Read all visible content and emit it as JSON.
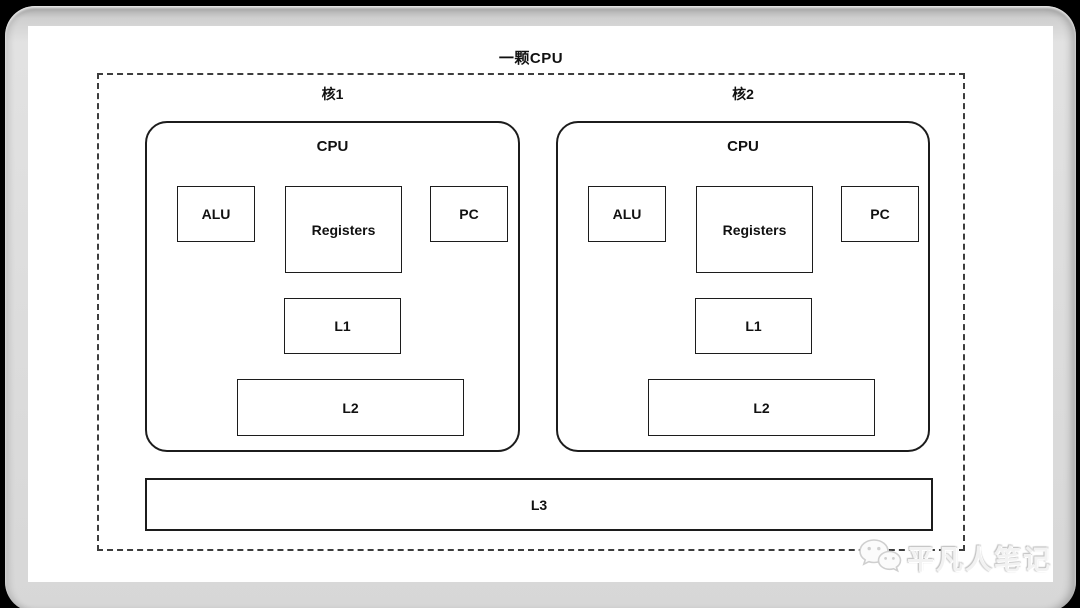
{
  "diagram": {
    "title": "一颗CPU",
    "cores": [
      {
        "label": "核1",
        "chip_label": "CPU",
        "alu": "ALU",
        "registers": "Registers",
        "pc": "PC",
        "l1": "L1",
        "l2": "L2"
      },
      {
        "label": "核2",
        "chip_label": "CPU",
        "alu": "ALU",
        "registers": "Registers",
        "pc": "PC",
        "l1": "L1",
        "l2": "L2"
      }
    ],
    "shared_cache_label": "L3"
  },
  "watermark": {
    "icon": "wechat-icon",
    "text": "平凡人笔记"
  },
  "colors": {
    "line": "#1c1c1c",
    "dashed_border": "#3d3d3d",
    "background": "#ffffff",
    "frame_rim": "#dcdcdc",
    "frame_outer": "#000000"
  }
}
